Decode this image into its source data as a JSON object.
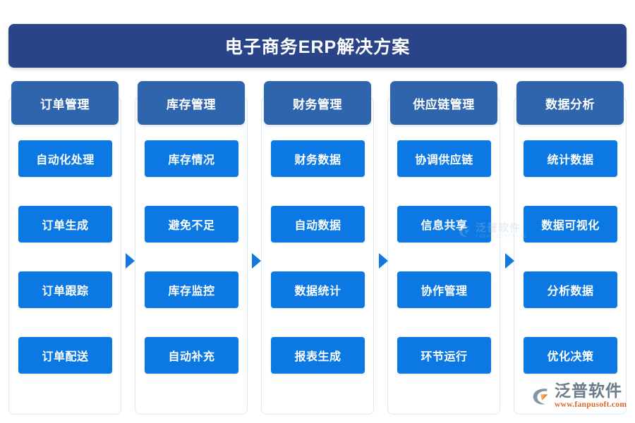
{
  "banner": {
    "title": "电子商务ERP解决方案"
  },
  "colors": {
    "banner_navy": "#2a4489",
    "header_blue": "#2f65ad",
    "cell_blue": "#0b78e3",
    "arrow_blue": "#1478df",
    "column_border": "#d7ecfb",
    "background": "#ffffff",
    "logo_gray": "#6d7a88",
    "logo_orange": "#d9692a"
  },
  "columns": [
    {
      "header": "订单管理",
      "cells": [
        "自动化处理",
        "订单生成",
        "订单跟踪",
        "订单配送"
      ]
    },
    {
      "header": "库存管理",
      "cells": [
        "库存情况",
        "避免不足",
        "库存监控",
        "自动补充"
      ]
    },
    {
      "header": "财务管理",
      "cells": [
        "财务数据",
        "自动数据",
        "数据统计",
        "报表生成"
      ]
    },
    {
      "header": "供应链管理",
      "cells": [
        "协调供应链",
        "信息共享",
        "协作管理",
        "环节运行"
      ]
    },
    {
      "header": "数据分析",
      "cells": [
        "统计数据",
        "数据可视化",
        "分析数据",
        "优化决策"
      ]
    }
  ],
  "arrows": [
    {
      "name": "arrow-col1-to-col2"
    },
    {
      "name": "arrow-col2-to-col3"
    },
    {
      "name": "arrow-col3-to-col4"
    },
    {
      "name": "arrow-col4-to-col5"
    }
  ],
  "watermark": {
    "cn": "泛普软件",
    "en": "FANPU SOFTWARE"
  },
  "logo": {
    "cn": "泛普软件",
    "url": "www.fanpusoft.com"
  }
}
